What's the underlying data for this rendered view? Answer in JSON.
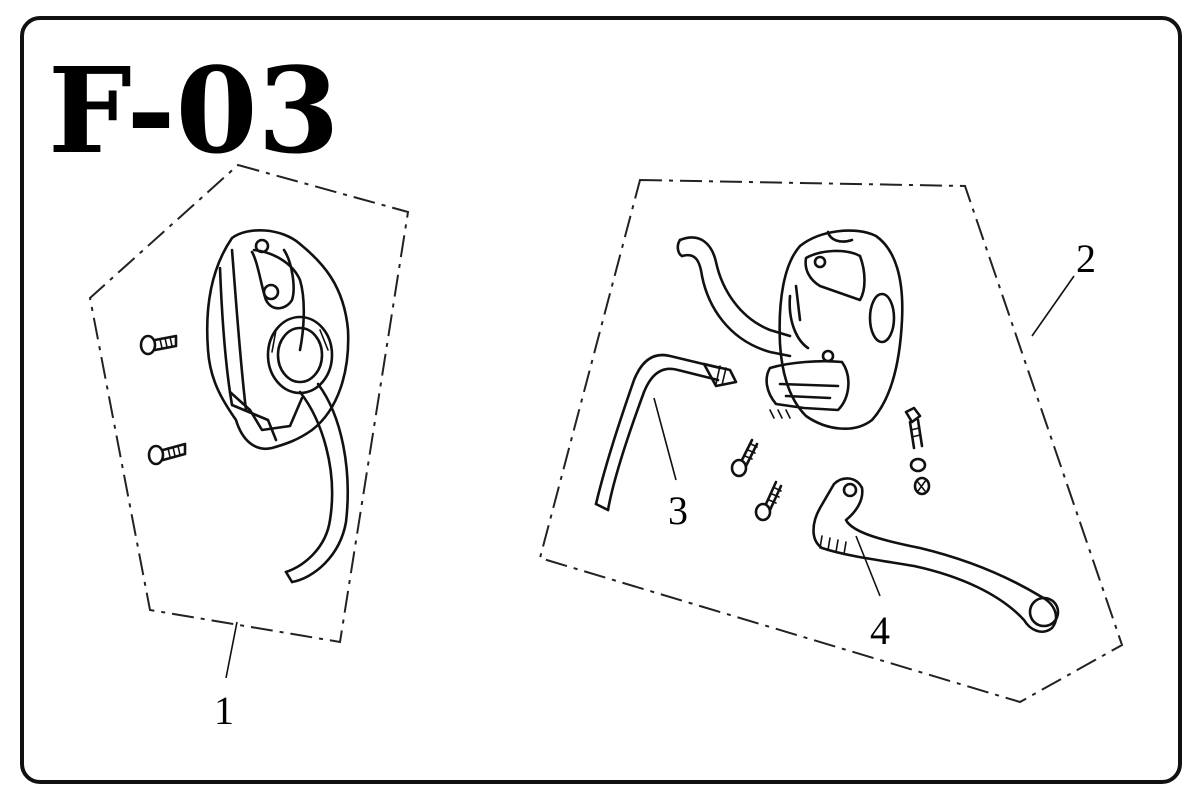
{
  "diagram": {
    "title": "F-03",
    "callouts": [
      {
        "id": "1",
        "label": "1"
      },
      {
        "id": "2",
        "label": "2"
      },
      {
        "id": "3",
        "label": "3"
      },
      {
        "id": "4",
        "label": "4"
      }
    ]
  }
}
